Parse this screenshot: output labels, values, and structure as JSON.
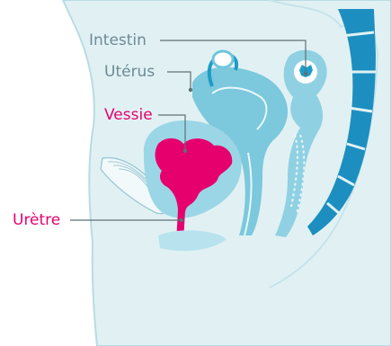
{
  "labels": {
    "intestin": "Intestin",
    "uterus": "Utérus",
    "vessie": "Vessie",
    "uretre": "Urètre"
  },
  "colors": {
    "background": "#ffffff",
    "body_fill": "#e1f1f3",
    "body_outline": "#b9dbe2",
    "organ_light": "#b8e3ee",
    "organ_mid": "#6fc6dc",
    "organ_dark": "#1e9cc7",
    "spine": "#1c8fc0",
    "highlight": "#e6006e",
    "label_gray": "#6d8a96",
    "leader_line": "#5f6f76"
  }
}
